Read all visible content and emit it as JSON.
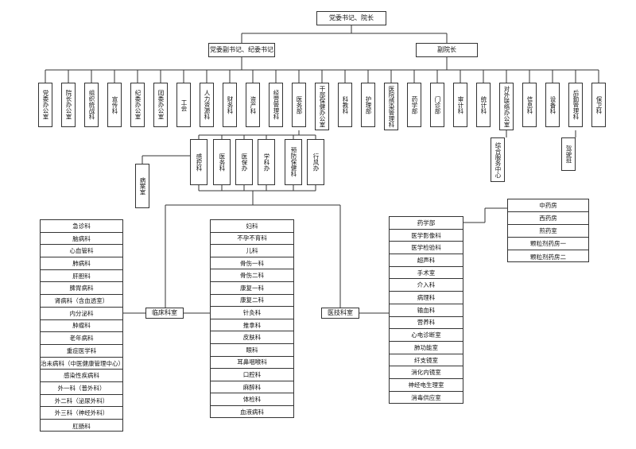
{
  "top": "党委书记、院长",
  "deputy_party": "党委副书记、纪委书记",
  "vice_president": "副院长",
  "departments": [
    "党委办公室",
    "院长办公室",
    "组织统战科",
    "宣传科",
    "纪委办公室",
    "团委办公室",
    "工会",
    "人力资源科",
    "财务科",
    "资产科",
    "经营管理科",
    "医务部",
    "干部保健办公室",
    "科教科",
    "护理部",
    "医院感染管理科",
    "药学部",
    "门诊部",
    "审计科",
    "统计科",
    "对外联络办公室",
    "信息科",
    "设备科",
    "后勤管理科",
    "保卫科"
  ],
  "sub_contact": "综合服务中心",
  "sub_logistics": "驾驶班",
  "medical_subs": [
    "感控科",
    "医务科",
    "医保办",
    "学科办",
    "预防保健科",
    "行风办"
  ],
  "records": "病案室",
  "clinical": {
    "label": "临床科室",
    "left_list": [
      "急诊科",
      "脑病科",
      "心血管科",
      "肺病科",
      "肝胆科",
      "脾胃病科",
      "肾病科（含血透室）",
      "内分泌科",
      "肿瘤科",
      "老年病科",
      "重症医学科",
      "治未病科（中医健康管理中心）",
      "感染性疾病科",
      "外一科（普外科）",
      "外二科（泌尿外科）",
      "外三科（神经外科）",
      "肛肠科"
    ],
    "right_list": [
      "妇科",
      "不孕不育科",
      "儿科",
      "骨伤一科",
      "骨伤二科",
      "康复一科",
      "康复二科",
      "针灸科",
      "推拿科",
      "皮肤科",
      "眼科",
      "耳鼻咽喉科",
      "口腔科",
      "麻醉科",
      "体检科",
      "血液病科"
    ]
  },
  "medtech": {
    "label": "医技科室",
    "list": [
      "药学部",
      "医学影像科",
      "医学检验科",
      "超声科",
      "手术室",
      "介入科",
      "病理科",
      "输血科",
      "营养科",
      "心电诊断室",
      "肺功能室",
      "纤支镜室",
      "消化内镜室",
      "神经电生理室",
      "消毒供应室"
    ]
  },
  "pharmacy_list": [
    "中药房",
    "西药房",
    "煎药室",
    "颗粒剂药房一",
    "颗粒剂药房二"
  ]
}
